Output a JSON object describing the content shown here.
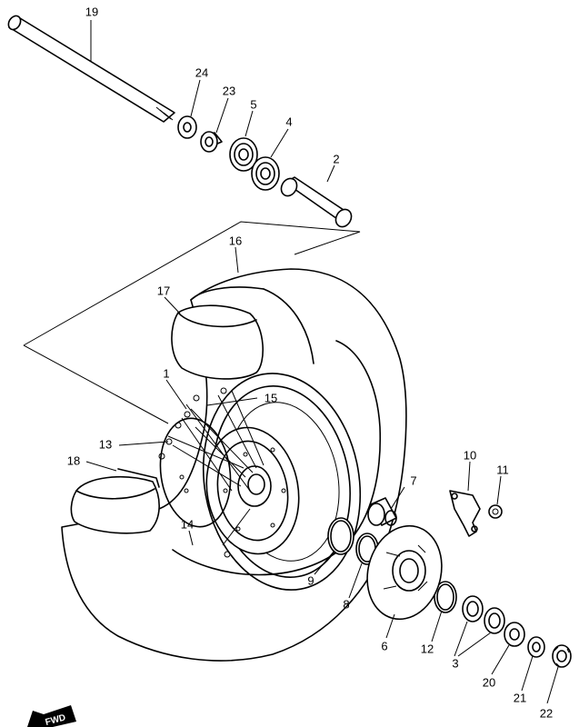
{
  "callouts": [
    {
      "id": "c19",
      "text": "19"
    },
    {
      "id": "c24",
      "text": "24"
    },
    {
      "id": "c23",
      "text": "23"
    },
    {
      "id": "c5",
      "text": "5"
    },
    {
      "id": "c4",
      "text": "4"
    },
    {
      "id": "c2",
      "text": "2"
    },
    {
      "id": "c16",
      "text": "16"
    },
    {
      "id": "c17",
      "text": "17"
    },
    {
      "id": "c1",
      "text": "1"
    },
    {
      "id": "c15",
      "text": "15"
    },
    {
      "id": "c13",
      "text": "13"
    },
    {
      "id": "c18",
      "text": "18"
    },
    {
      "id": "c14",
      "text": "14"
    },
    {
      "id": "c7",
      "text": "7"
    },
    {
      "id": "c10",
      "text": "10"
    },
    {
      "id": "c11",
      "text": "11"
    },
    {
      "id": "c9",
      "text": "9"
    },
    {
      "id": "c8",
      "text": "8"
    },
    {
      "id": "c6",
      "text": "6"
    },
    {
      "id": "c12",
      "text": "12"
    },
    {
      "id": "c3",
      "text": "3"
    },
    {
      "id": "c20",
      "text": "20"
    },
    {
      "id": "c21",
      "text": "21"
    },
    {
      "id": "c22",
      "text": "22"
    }
  ],
  "direction_badge": "FWD"
}
